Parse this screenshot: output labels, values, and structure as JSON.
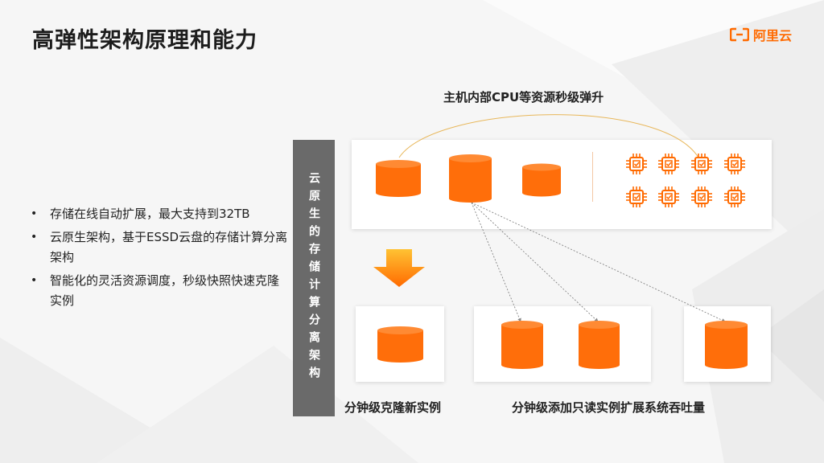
{
  "slide": {
    "title": "高弹性架构原理和能力"
  },
  "logo": {
    "text": "阿里云",
    "icon": "alibaba-cloud-logo-icon",
    "color": "#ff6a00"
  },
  "bullets": [
    {
      "text": "存储在线自动扩展，最大支持到32TB"
    },
    {
      "text": "云原生架构，基于ESSD云盘的存储计算分离架构"
    },
    {
      "text": "智能化的灵活资源调度，秒级快照快速克隆实例"
    }
  ],
  "vertical_label": "云原生的存储计算分离架构",
  "captions": {
    "top": "主机内部CPU等资源秒级弹升",
    "bottom_left": "分钟级克隆新实例",
    "bottom_right": "分钟级添加只读实例扩展系统吞吐量"
  },
  "colors": {
    "accent": "#ff6a00",
    "database": "#ff6e0a",
    "vertical_bar": "#6a6a6a"
  },
  "icons": {
    "database": "database-cylinder-icon",
    "cpu": "cpu-chip-icon",
    "arrow": "down-arrow-icon"
  }
}
